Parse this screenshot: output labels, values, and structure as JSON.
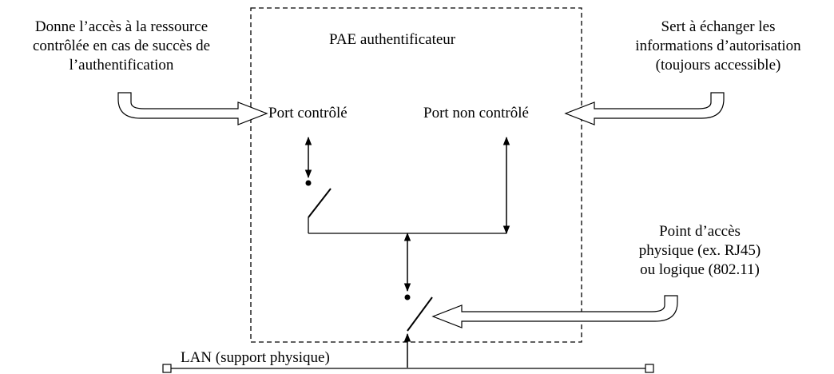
{
  "box_title": "PAE authentificateur",
  "ports": {
    "controlled": "Port contrôlé",
    "uncontrolled": "Port non contrôlé"
  },
  "notes": {
    "left": [
      "Donne l’accès à la ressource",
      "contrôlée en cas de succès de",
      "l’authentification"
    ],
    "right": [
      "Sert à échanger les",
      "informations d’autorisation",
      "(toujours accessible)"
    ],
    "access_point": [
      "Point d’accès",
      "physique (ex. RJ45)",
      "ou logique (802.11)"
    ]
  },
  "lan_label": "LAN (support physique)"
}
